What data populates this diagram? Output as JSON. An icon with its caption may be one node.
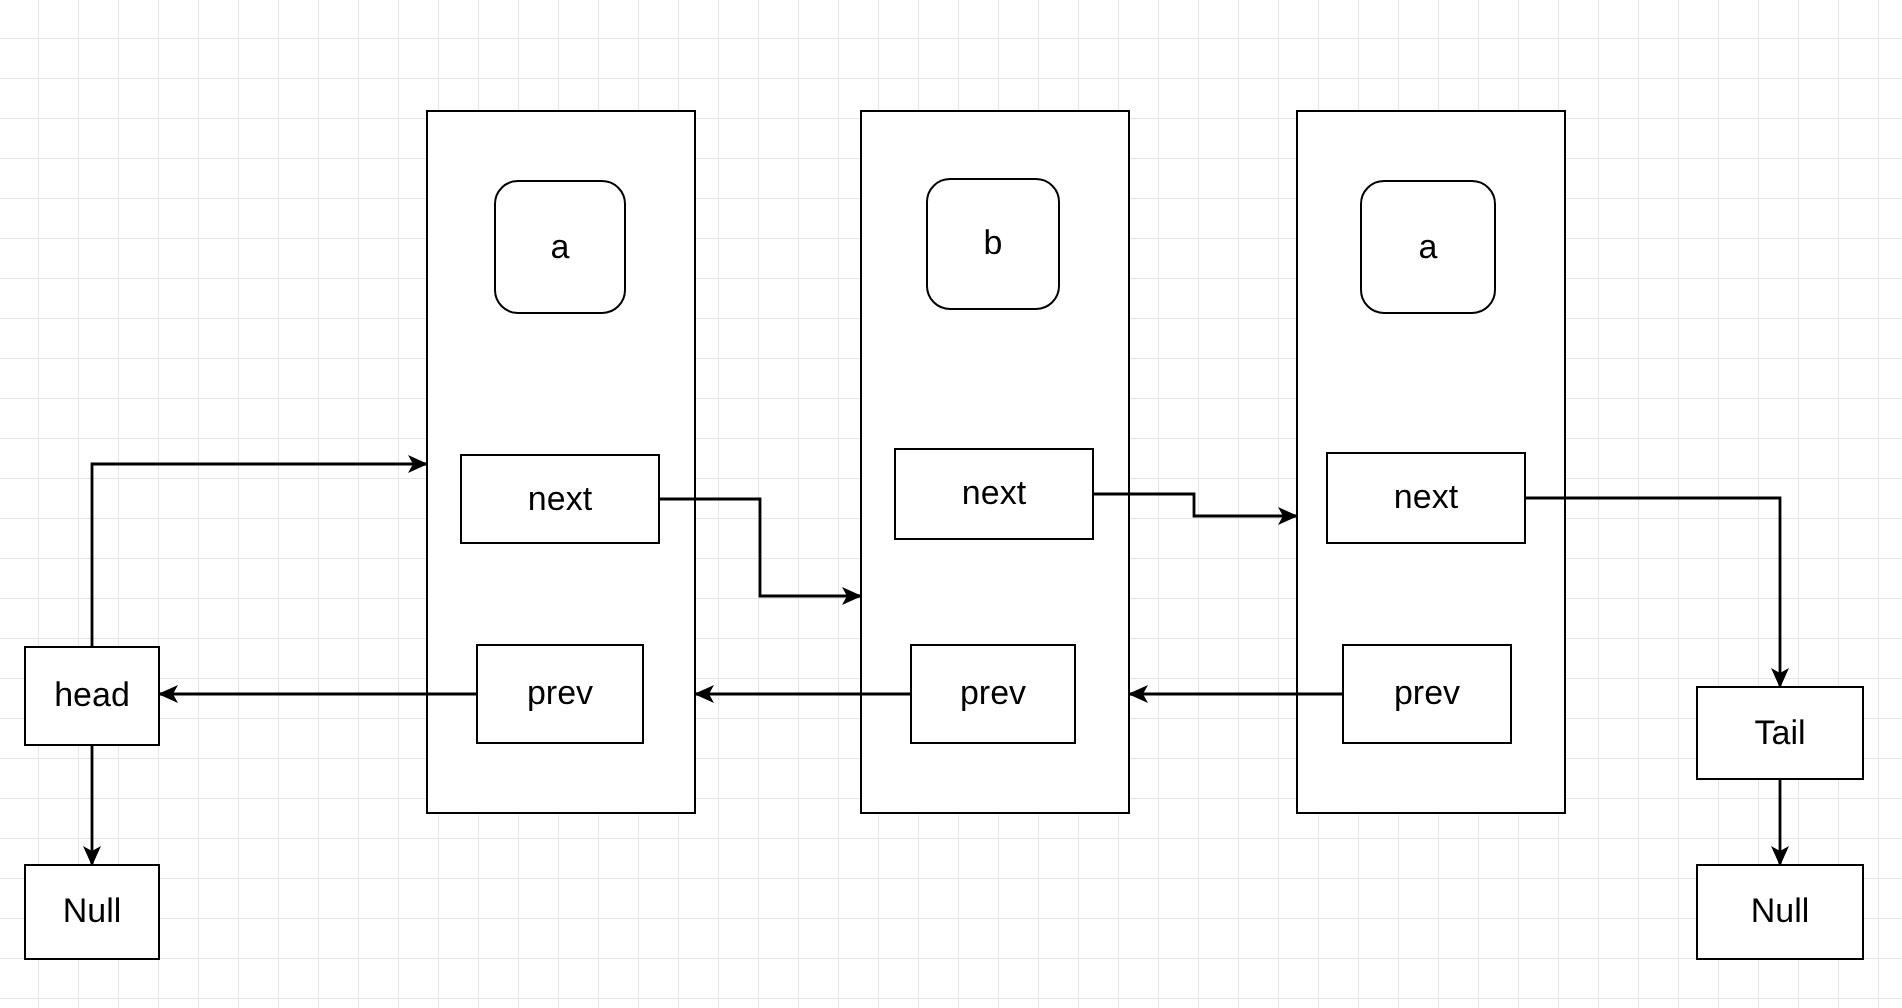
{
  "diagram": {
    "nodes": [
      {
        "text": [],
        "shape": "box"
      },
      {
        "text": [
          "a"
        ],
        "in": 0
      },
      {
        "text": [
          "next"
        ],
        "in": 0
      },
      {
        "text": [
          "prev"
        ],
        "in": 0
      },
      {
        "text": [],
        "shape": "box"
      },
      {
        "text": [
          "b"
        ],
        "in": 4
      },
      {
        "text": [
          "next"
        ],
        "in": 4
      },
      {
        "text": [
          "prev"
        ],
        "in": 4
      },
      {
        "text": [],
        "shape": "box"
      },
      {
        "text": [
          "a"
        ],
        "in": 8
      },
      {
        "text": [
          "next"
        ],
        "in": 8
      },
      {
        "text": [
          "prev"
        ],
        "in": 8
      },
      {
        "text": [
          "head"
        ]
      },
      {
        "text": [
          "Null"
        ]
      },
      {
        "text": [
          "Tail"
        ]
      },
      {
        "text": [
          "Null"
        ]
      }
    ],
    "edges": [
      {
        "from": 12,
        "to": 0,
        "arrow": "to"
      },
      {
        "from": 2,
        "to": 4,
        "arrow": "to"
      },
      {
        "from": 6,
        "to": 8,
        "arrow": "to"
      },
      {
        "from": 10,
        "to": 14,
        "arrow": "to"
      },
      {
        "from": 3,
        "to": 12,
        "arrow": "to"
      },
      {
        "from": 7,
        "to": 0,
        "arrow": "to"
      },
      {
        "from": 11,
        "to": 4,
        "arrow": "to"
      },
      {
        "from": 12,
        "to": 13,
        "arrow": "to"
      },
      {
        "from": 14,
        "to": 15,
        "arrow": "to"
      }
    ]
  }
}
